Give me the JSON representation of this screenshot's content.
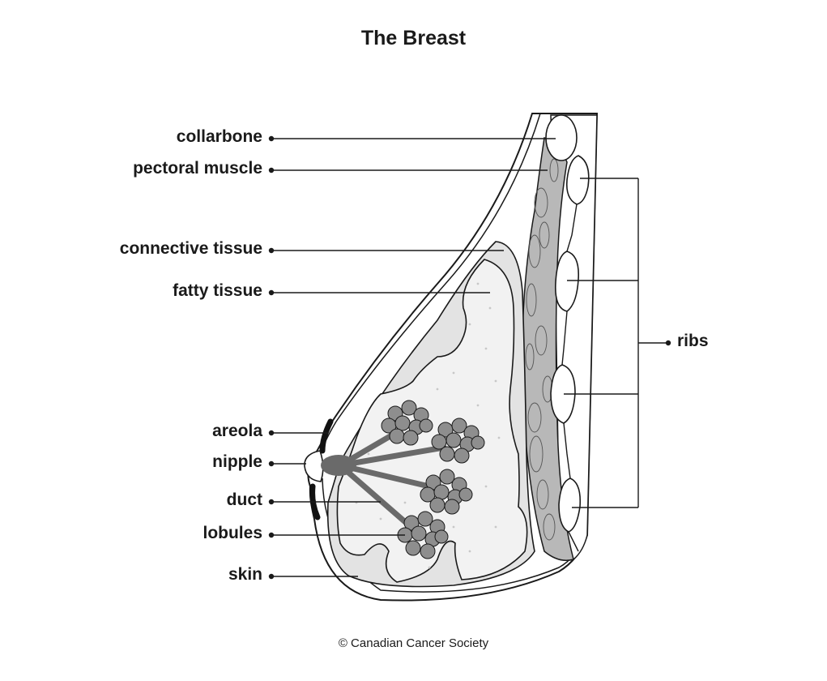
{
  "title": "The Breast",
  "credit": "© Canadian Cancer Society",
  "labels": {
    "collarbone": "collarbone",
    "pectoral_muscle": "pectoral muscle",
    "connective_tissue": "connective tissue",
    "fatty_tissue": "fatty tissue",
    "areola": "areola",
    "nipple": "nipple",
    "duct": "duct",
    "lobules": "lobules",
    "skin": "skin",
    "ribs": "ribs"
  },
  "colors": {
    "outline": "#1a1a1a",
    "connective": "#e3e3e3",
    "fatty": "#f2f2f2",
    "muscle": "#b8b8b8",
    "lobule": "#8e8e8e",
    "duct": "#6a6a6a",
    "areola": "#111111"
  }
}
